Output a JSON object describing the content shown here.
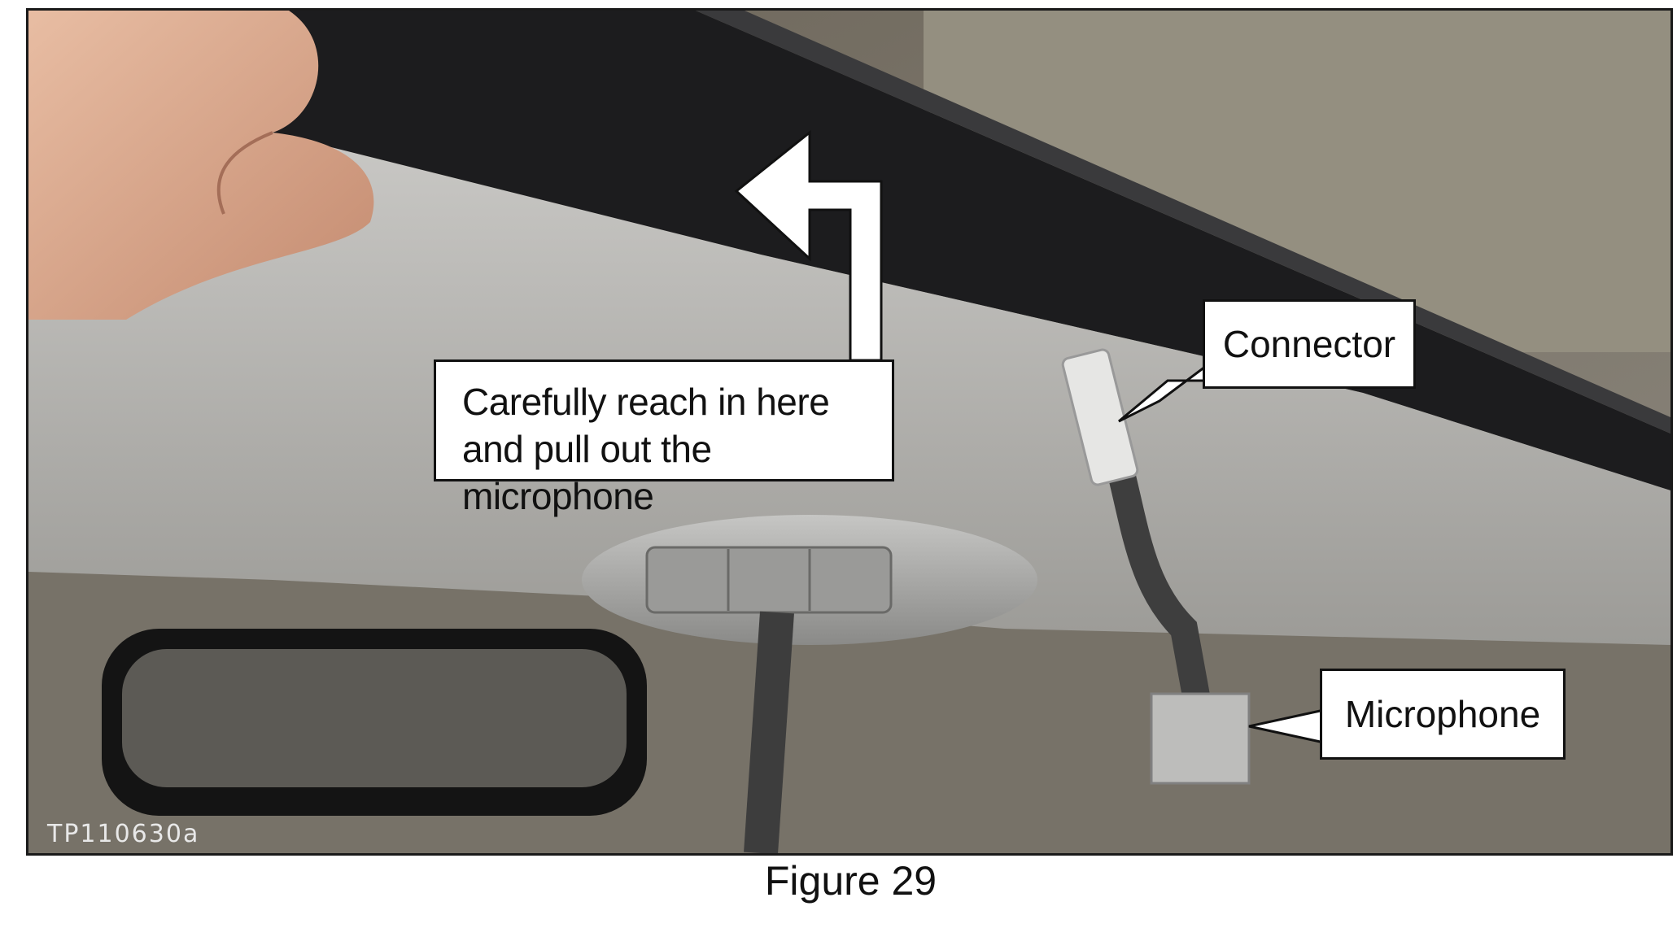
{
  "figure": {
    "caption": "Figure 29",
    "photo_id": "TP110630a"
  },
  "callouts": {
    "main": "Carefully reach in here and pull out the microphone",
    "connector": "Connector",
    "microphone": "Microphone"
  },
  "colors": {
    "callout_background": "#ffffff",
    "callout_border": "#111111",
    "headliner": "#a9a8a5",
    "trim": "#1c1c1e"
  }
}
